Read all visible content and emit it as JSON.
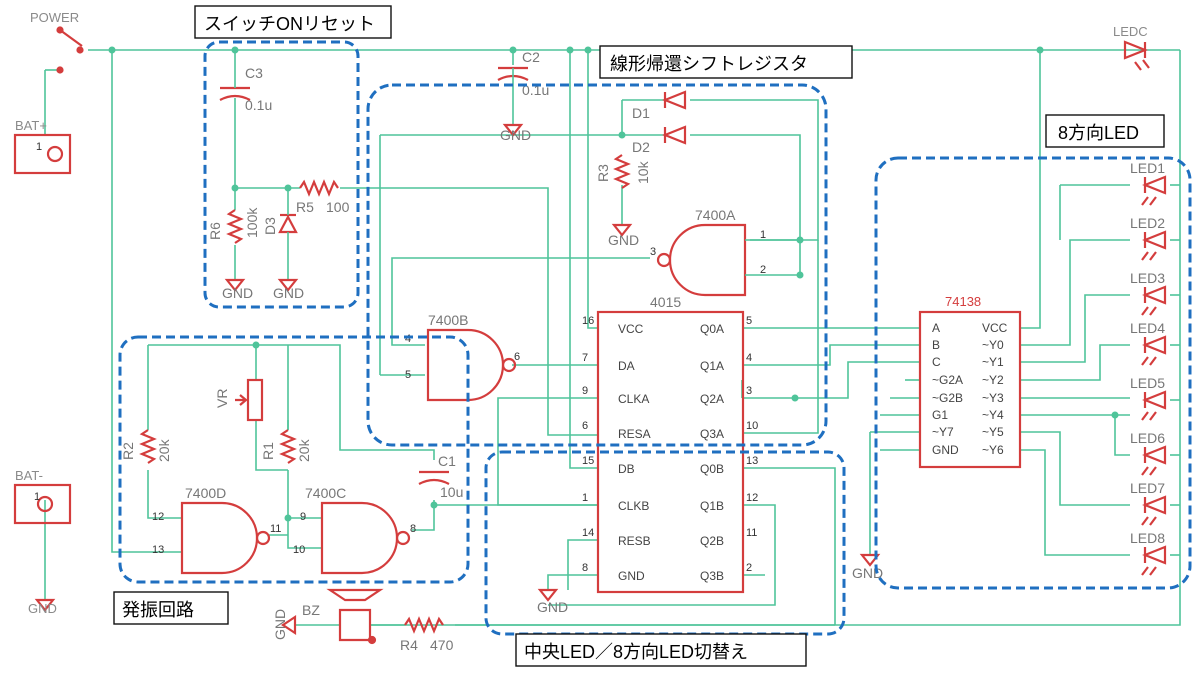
{
  "labels": {
    "power": "POWER",
    "bat_plus": "BAT+",
    "bat_minus": "BAT-",
    "gnd": "GND",
    "c3": "C3",
    "c3_val": "0.1u",
    "c2": "C2",
    "c2_val": "0.1u",
    "c1": "C1",
    "c1_val": "10u",
    "r6": "R6",
    "r6_val": "100k",
    "d3": "D3",
    "r5": "R5",
    "r5_val": "100",
    "r3": "R3",
    "r3_val": "10k",
    "d1": "D1",
    "d2": "D2",
    "r2": "R2",
    "r2_val": "20k",
    "r1": "R1",
    "r1_val": "20k",
    "vr": "VR",
    "r4": "R4",
    "r4_val": "470",
    "bz": "BZ",
    "ledc": "LEDC",
    "u7400a": "7400A",
    "u7400b": "7400B",
    "u7400c": "7400C",
    "u7400d": "7400D",
    "u4015": "4015",
    "u74138": "74138",
    "pin1": "1",
    "leds": [
      "LED1",
      "LED2",
      "LED3",
      "LED4",
      "LED5",
      "LED6",
      "LED7",
      "LED8"
    ]
  },
  "ic4015": {
    "left_pins": [
      {
        "num": "16",
        "name": "VCC"
      },
      {
        "num": "7",
        "name": "DA"
      },
      {
        "num": "9",
        "name": "CLKA"
      },
      {
        "num": "6",
        "name": "RESA"
      },
      {
        "num": "15",
        "name": "DB"
      },
      {
        "num": "1",
        "name": "CLKB"
      },
      {
        "num": "14",
        "name": "RESB"
      },
      {
        "num": "8",
        "name": "GND"
      }
    ],
    "right_pins": [
      {
        "num": "5",
        "name": "Q0A"
      },
      {
        "num": "4",
        "name": "Q1A"
      },
      {
        "num": "3",
        "name": "Q2A"
      },
      {
        "num": "10",
        "name": "Q3A"
      },
      {
        "num": "13",
        "name": "Q0B"
      },
      {
        "num": "12",
        "name": "Q1B"
      },
      {
        "num": "11",
        "name": "Q2B"
      },
      {
        "num": "2",
        "name": "Q3B"
      }
    ]
  },
  "ic74138": {
    "left_pins": [
      "A",
      "B",
      "C",
      "~G2A",
      "~G2B",
      "G1",
      "~Y7",
      "GND"
    ],
    "right_pins": [
      "VCC",
      "~Y0",
      "~Y1",
      "~Y2",
      "~Y3",
      "~Y4",
      "~Y5",
      "~Y6"
    ]
  },
  "gate_pins": {
    "a_in1": "1",
    "a_in2": "2",
    "a_out": "3",
    "b_in1": "4",
    "b_in2": "5",
    "b_out": "6",
    "c_in1": "9",
    "c_in2": "10",
    "c_out": "8",
    "d_in1": "12",
    "d_in2": "13",
    "d_out": "11"
  },
  "groups": {
    "reset": "スイッチONリセット",
    "lfsr": "線形帰還シフトレジスタ",
    "led8": "8方向LED",
    "osc": "発振回路",
    "switch": "中央LED／8方向LED切替え"
  }
}
